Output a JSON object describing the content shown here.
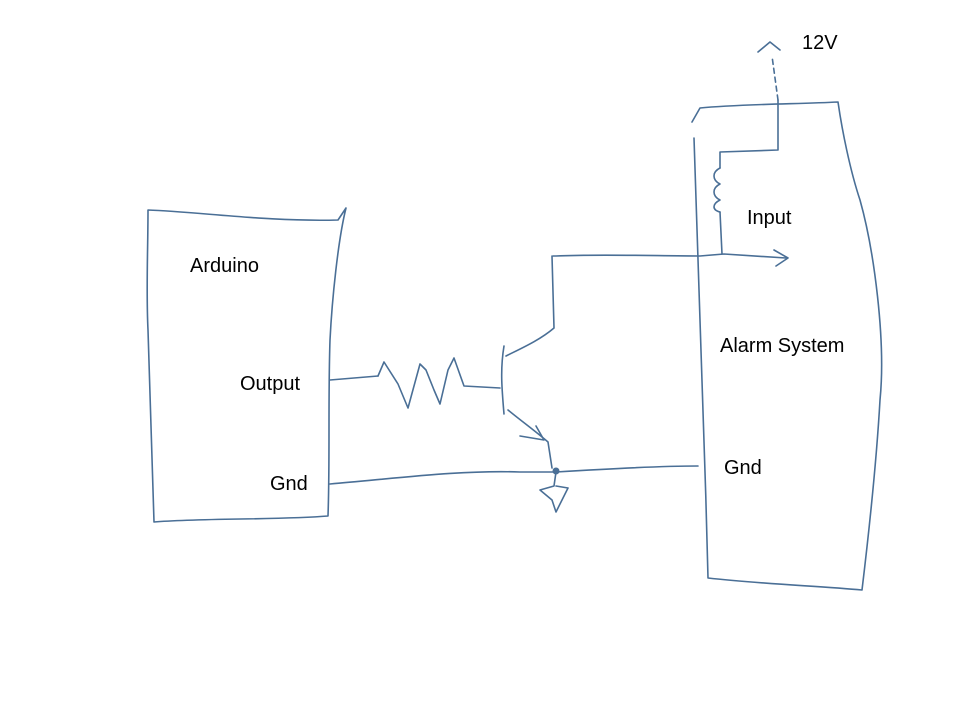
{
  "labels": {
    "arduino": "Arduino",
    "arduino_output": "Output",
    "arduino_gnd": "Gnd",
    "alarm_system": "Alarm System",
    "alarm_input": "Input",
    "alarm_gnd": "Gnd",
    "supply": "12V"
  },
  "colors": {
    "wire": "#4a6f96",
    "text": "#000000",
    "background": "#ffffff"
  }
}
